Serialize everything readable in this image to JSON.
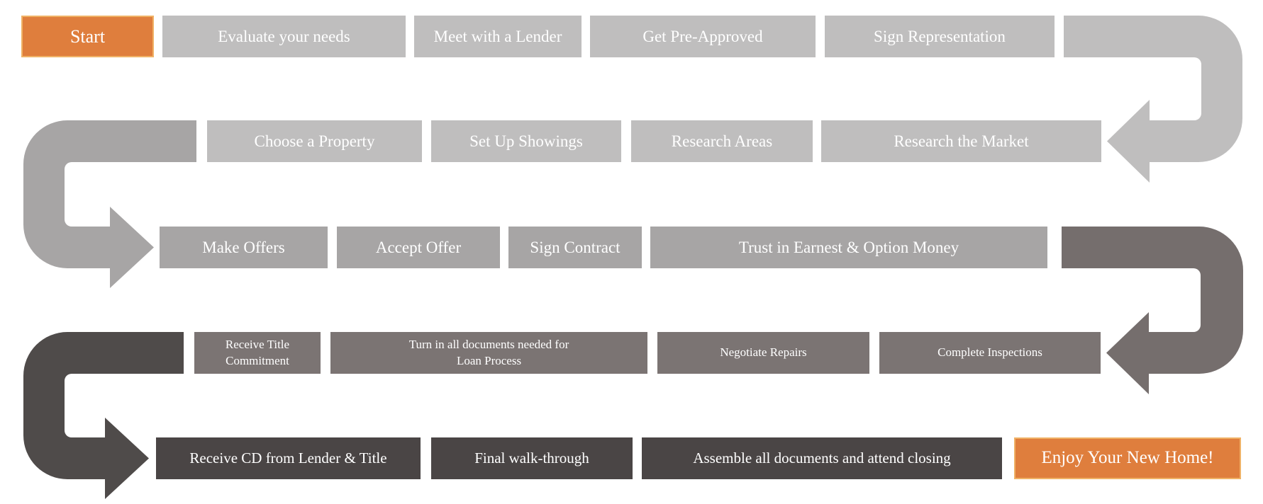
{
  "colors": {
    "arrow_light": "#bfbebe",
    "arrow_medium": "#a7a5a5",
    "arrow_dark": "#756e6d",
    "arrow_darkest": "#4f4b4a",
    "box_light": "#bfbebe",
    "box_medium": "#a7a5a5",
    "box_dark": "#7b7473",
    "box_darkest": "#4a4545",
    "accent_orange": "#df7e3d",
    "accent_orange_border": "#f0b266",
    "text": "#ffffff"
  },
  "flow": {
    "rows": [
      {
        "boxes": [
          {
            "label": "Start"
          },
          {
            "label": "Evaluate your needs"
          },
          {
            "label": "Meet with a Lender"
          },
          {
            "label": "Get Pre-Approved"
          },
          {
            "label": "Sign Representation"
          }
        ]
      },
      {
        "boxes": [
          {
            "label": "Choose a Property"
          },
          {
            "label": "Set Up Showings"
          },
          {
            "label": "Research Areas"
          },
          {
            "label": "Research the Market"
          }
        ]
      },
      {
        "boxes": [
          {
            "label": "Make Offers"
          },
          {
            "label": "Accept Offer"
          },
          {
            "label": "Sign Contract"
          },
          {
            "label": "Trust in Earnest & Option Money"
          }
        ]
      },
      {
        "boxes": [
          {
            "label": "Receive Title Commitment"
          },
          {
            "label": "Turn in all documents needed for\nLoan Process"
          },
          {
            "label": "Negotiate Repairs"
          },
          {
            "label": "Complete Inspections"
          }
        ]
      },
      {
        "boxes": [
          {
            "label": "Receive CD from Lender & Title"
          },
          {
            "label": "Final walk-through"
          },
          {
            "label": "Assemble all documents and attend closing"
          },
          {
            "label": "Enjoy Your New Home!"
          }
        ]
      }
    ]
  }
}
